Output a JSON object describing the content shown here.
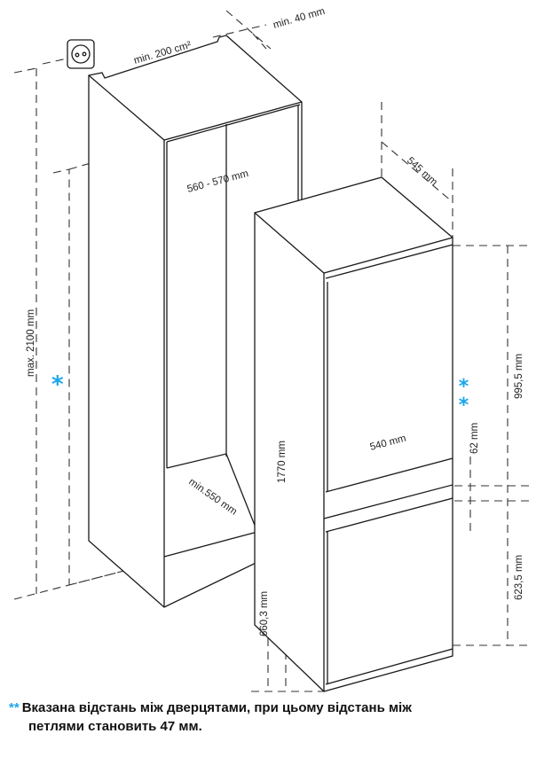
{
  "dimensions": {
    "vent_area": "min. 200 cm²",
    "top_gap": "min. 40 mm",
    "niche_width": "560 - 570 mm",
    "niche_height": "max. 2100 mm",
    "niche_depth": "min.550 mm",
    "fridge_depth": "545 mm",
    "fridge_width": "540 mm",
    "fridge_height": "1770 mm",
    "upper_door": "995,5 mm",
    "door_gap": "62 mm",
    "lower_door": "623,5 mm",
    "hinge_height": "660,3 mm"
  },
  "markers": {
    "single": "*",
    "double": "**"
  },
  "footnote": {
    "marker": "**",
    "line1": "Вказана відстань між дверцятами, при цьому відстань між",
    "line2": "петлями становить 47 мм."
  },
  "colors": {
    "accent": "#1aa7e8"
  }
}
